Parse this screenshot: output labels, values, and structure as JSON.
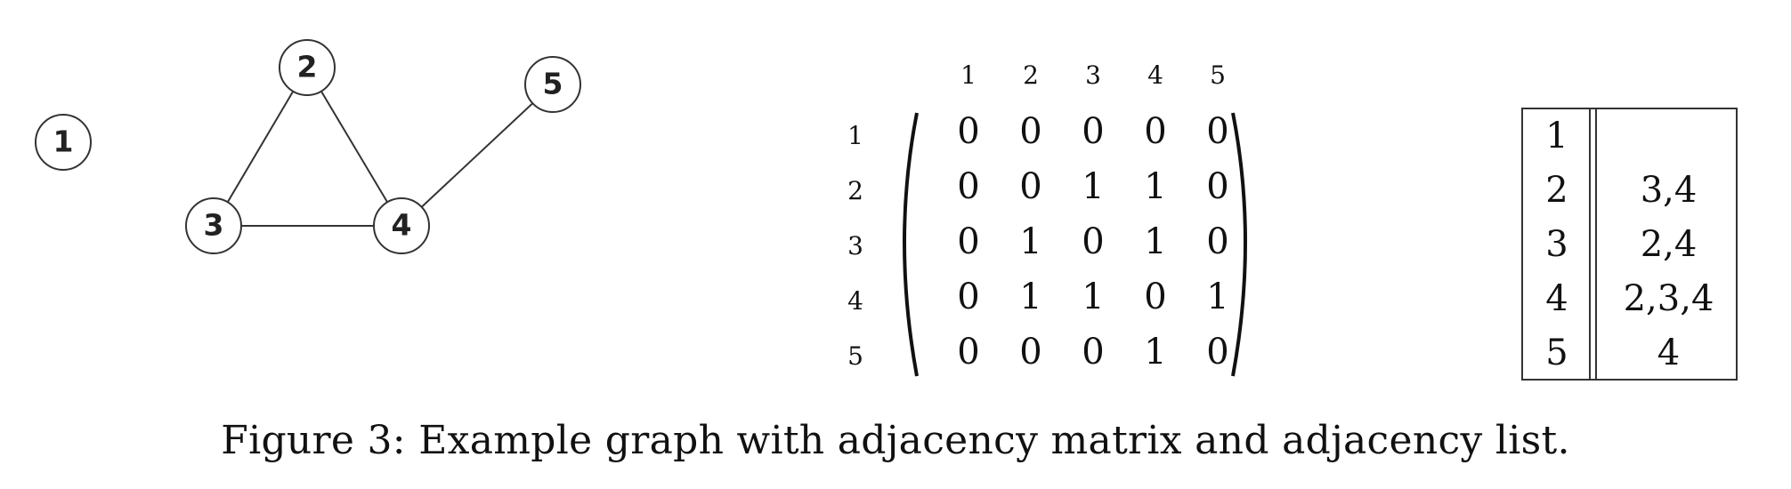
{
  "graph": {
    "nodes": [
      {
        "id": "1",
        "label": "1"
      },
      {
        "id": "2",
        "label": "2"
      },
      {
        "id": "3",
        "label": "3"
      },
      {
        "id": "4",
        "label": "4"
      },
      {
        "id": "5",
        "label": "5"
      }
    ],
    "edges": [
      [
        "2",
        "3"
      ],
      [
        "2",
        "4"
      ],
      [
        "3",
        "4"
      ],
      [
        "4",
        "5"
      ]
    ]
  },
  "matrix": {
    "col_headers": [
      "1",
      "2",
      "3",
      "4",
      "5"
    ],
    "row_headers": [
      "1",
      "2",
      "3",
      "4",
      "5"
    ],
    "rows": [
      [
        "0",
        "0",
        "0",
        "0",
        "0"
      ],
      [
        "0",
        "0",
        "1",
        "1",
        "0"
      ],
      [
        "0",
        "1",
        "0",
        "1",
        "0"
      ],
      [
        "0",
        "1",
        "1",
        "0",
        "1"
      ],
      [
        "0",
        "0",
        "0",
        "1",
        "0"
      ]
    ]
  },
  "adjacency_list": [
    {
      "node": "1",
      "neighbors": ""
    },
    {
      "node": "2",
      "neighbors": "3,4"
    },
    {
      "node": "3",
      "neighbors": "2,4"
    },
    {
      "node": "4",
      "neighbors": "2,3,4"
    },
    {
      "node": "5",
      "neighbors": "4"
    }
  ],
  "caption": "Figure 3: Example graph with adjacency matrix and adjacency list."
}
